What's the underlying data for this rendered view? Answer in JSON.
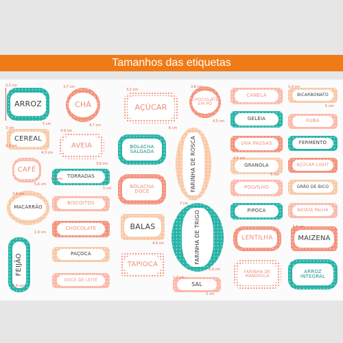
{
  "title": "Tamanhos das etiquetas",
  "labels": {
    "arroz": "ARROZ",
    "cha": "CHÁ",
    "acucar": "AÇÚCAR",
    "chocolate_em_po": "CHOCOLATE EM PÓ",
    "canela": "CANELA",
    "bicarbonato": "BICARBONATO",
    "cereal": "CEREAL",
    "aveia": "AVEIA",
    "bolacha_salgada": "BOLACHA SALGADA",
    "farinha_de_rosca": "FARINHA DE ROSCA",
    "geleia": "GELÉIA",
    "fuba": "FUBÁ",
    "uva_passas": "UVA PASSAS",
    "fermento": "FERMENTO",
    "cafe": "CAFÉ",
    "torradas": "TORRADAS",
    "bolacha_doce": "BOLACHA DOCE",
    "granola": "GRANOLA",
    "acucar_light": "AÇÚCAR LIGHT",
    "polvilho": "POLVILHO",
    "grao_de_bico": "GRÃO DE BICO",
    "macarrao": "MACARRÃO",
    "biscoitos": "BISCOITOS",
    "pipoca": "PIPOCA",
    "batata_palha": "BATATA PALHA",
    "chocolate": "CHOCOLATE",
    "balas": "BALAS",
    "farinha_de_trigo": "FARINHA DE TRIGO",
    "lentilha": "LENTILHA",
    "maizena": "MAIZENA",
    "feijao": "FEIJÃO",
    "pacoca": "PAÇOCA",
    "tapioca": "TAPIOCA",
    "farinha_de_mandioca": "FARINHA DE MANDIOCA",
    "arroz_integral": "ARROZ INTEGRAL",
    "doce_de_leite": "DOCE DE LEITE",
    "sal": "SAL"
  },
  "dimensions": {
    "d1": "3,5 cm",
    "d2": "5 cm",
    "d3": "3 cm",
    "d4": "3,7 cm",
    "d5": "4,7 cm",
    "d6": "3,2 cm",
    "d7": "6 cm",
    "d8": "3,8 cm",
    "d9": "4,5 cm",
    "d10": "1,4 cm",
    "d11": "5 cm",
    "d12": "2,3 cm",
    "d13": "4,3 cm",
    "d14": "4,9 cm",
    "d15": "3,6 cm",
    "d16": "5,6 cm",
    "d17": "1,7 cm",
    "d18": "5 cm",
    "d19": "3,6 cm",
    "d20": "1,9 cm",
    "d21": "3,6 cm",
    "d22": "7 cm",
    "d23": "4,9 cm",
    "d24": "2,3 cm",
    "d25": "5 cm",
    "d26": "1,2 cm",
    "d27": "4,5 cm",
    "d28": "6,9 cm",
    "d29": "5 cm"
  },
  "colors": {
    "banner": "#f07b16",
    "teal": "#25b3a7",
    "salmon": "#f4927c",
    "peach": "#f9c9a7",
    "pink": "#fbb8a8"
  }
}
